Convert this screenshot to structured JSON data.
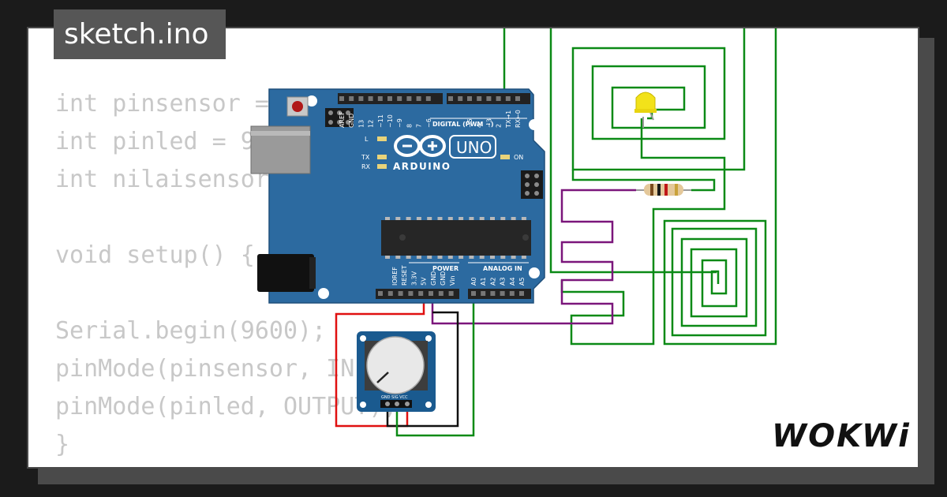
{
  "tab": {
    "filename": "sketch.ino"
  },
  "code_lines": [
    "int pinsensor = A0;",
    "int pinled = 9;",
    "int nilaisensor = 0;",
    "",
    "void setup() {",
    "",
    "Serial.begin(9600);",
    "pinMode(pinsensor, INPUT);",
    "pinMode(pinled, OUTPUT);",
    "}"
  ],
  "board": {
    "brand": "ARDUINO",
    "model": "UNO",
    "digital_header": "DIGITAL (PWM ~)",
    "power_header": "POWER",
    "analog_header": "ANALOG IN",
    "on_label": "ON",
    "led_labels": [
      "L",
      "TX",
      "RX"
    ],
    "digital_pins": [
      "AREF",
      "GND",
      "13",
      "12",
      "~11",
      "~10",
      "~9",
      "8",
      "7",
      "~6",
      "~5",
      "4",
      "~3",
      "2",
      "TX→1",
      "RX←0"
    ],
    "power_pins": [
      "IOREF",
      "RESET",
      "3.3V",
      "5V",
      "GND",
      "GND",
      "Vin"
    ],
    "analog_pins": [
      "A0",
      "A1",
      "A2",
      "A3",
      "A4",
      "A5"
    ]
  },
  "potentiometer": {
    "pin_labels": "GND SIG VCC"
  },
  "wire_colors": {
    "digital": "#0b8a16",
    "purple": "#7b167b",
    "red": "#e01010",
    "black": "#111111",
    "analog": "#0b8a16"
  },
  "colors": {
    "board": "#2c6aa0",
    "led": "#f2e21a"
  },
  "branding": {
    "logo": "WOKWi"
  }
}
